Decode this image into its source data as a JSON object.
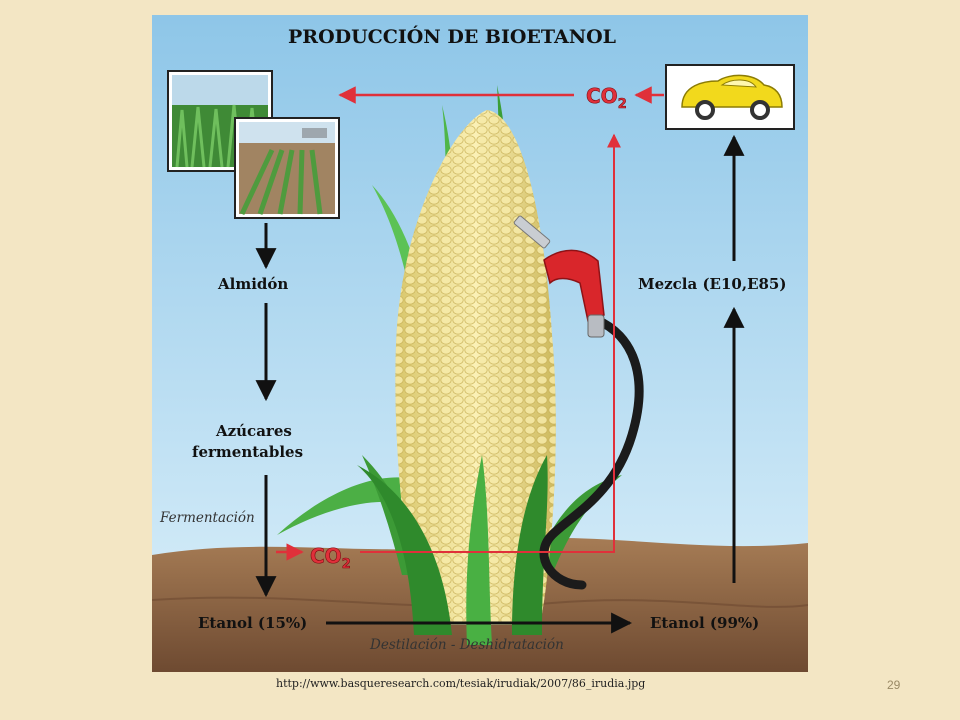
{
  "diagram": {
    "title": "PRODUCCIÓN DE BIOETANOL",
    "labels": {
      "almidon": "Almidón",
      "azucares_line1": "Azúcares",
      "azucares_line2": "fermentables",
      "fermentacion": "Fermentación",
      "etanol_15": "Etanol (15%)",
      "etanol_99": "Etanol (99%)",
      "destilacion": "Destilación - Deshidratación",
      "mezcla": "Mezcla (E10,E85)",
      "co2_top_main": "CO",
      "co2_top_sub": "2",
      "co2_bottom_main": "CO",
      "co2_bottom_sub": "2"
    },
    "colors": {
      "sky_top": "#8ec6e8",
      "sky_bottom": "#d9eef8",
      "soil": "#8a6446",
      "arrow_black": "#111111",
      "arrow_red": "#e0303a",
      "corn_kernel": "#f1e39a",
      "leaf_green": "#3fae3b",
      "car_yellow": "#f2d91c",
      "nozzle_red": "#d9262b"
    },
    "icons": [
      "corn-field-photo",
      "crop-rows-photo",
      "car-icon",
      "fuel-nozzle-icon",
      "corn-cob-illustration"
    ]
  },
  "footer": {
    "source_url": "http://www.basqueresearch.com/tesiak/irudiak/2007/86_irudia.jpg",
    "slide_number": "29"
  }
}
